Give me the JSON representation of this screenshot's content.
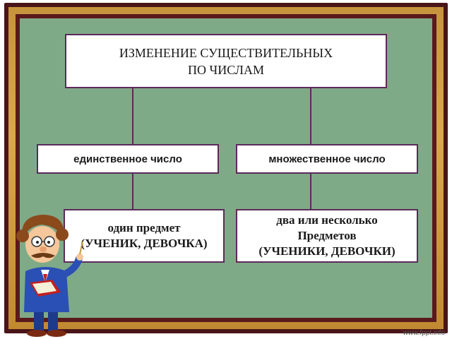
{
  "diagram": {
    "root": {
      "line1": "ИЗМЕНЕНИЕ СУЩЕСТВИТЕЛЬНЫХ",
      "line2": "ПО ЧИСЛАМ"
    },
    "left_category": "единственное число",
    "right_category": "множественное число",
    "left_example": {
      "line1": "один предмет",
      "line2": "(УЧЕНИК, ДЕВОЧКА)"
    },
    "right_example": {
      "line1": "два или несколько",
      "line2": "Предметов",
      "line3": "(УЧЕНИКИ, ДЕВОЧКИ)"
    }
  },
  "watermark": "www.fppt.info",
  "colors": {
    "board": "#7faa88",
    "frame_dark": "#4a1518",
    "frame_wood": "#d9a84c",
    "box_border": "#5b2a5a"
  },
  "icons": {
    "character": "teacher-cartoon-with-book"
  }
}
